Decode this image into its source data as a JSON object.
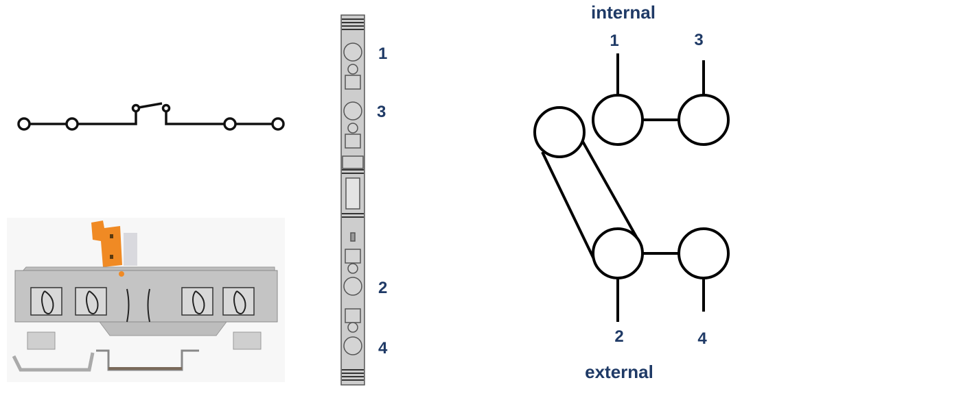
{
  "colors": {
    "label": "#1f3a66",
    "housing": "#c8c8c8",
    "lever": "#f08a24"
  },
  "strip_labels": {
    "t1": "1",
    "t3": "3",
    "t2": "2",
    "t4": "4"
  },
  "diagram": {
    "top_label": "internal",
    "bottom_label": "external",
    "terminals": {
      "t1": "1",
      "t3": "3",
      "t2": "2",
      "t4": "4"
    }
  }
}
